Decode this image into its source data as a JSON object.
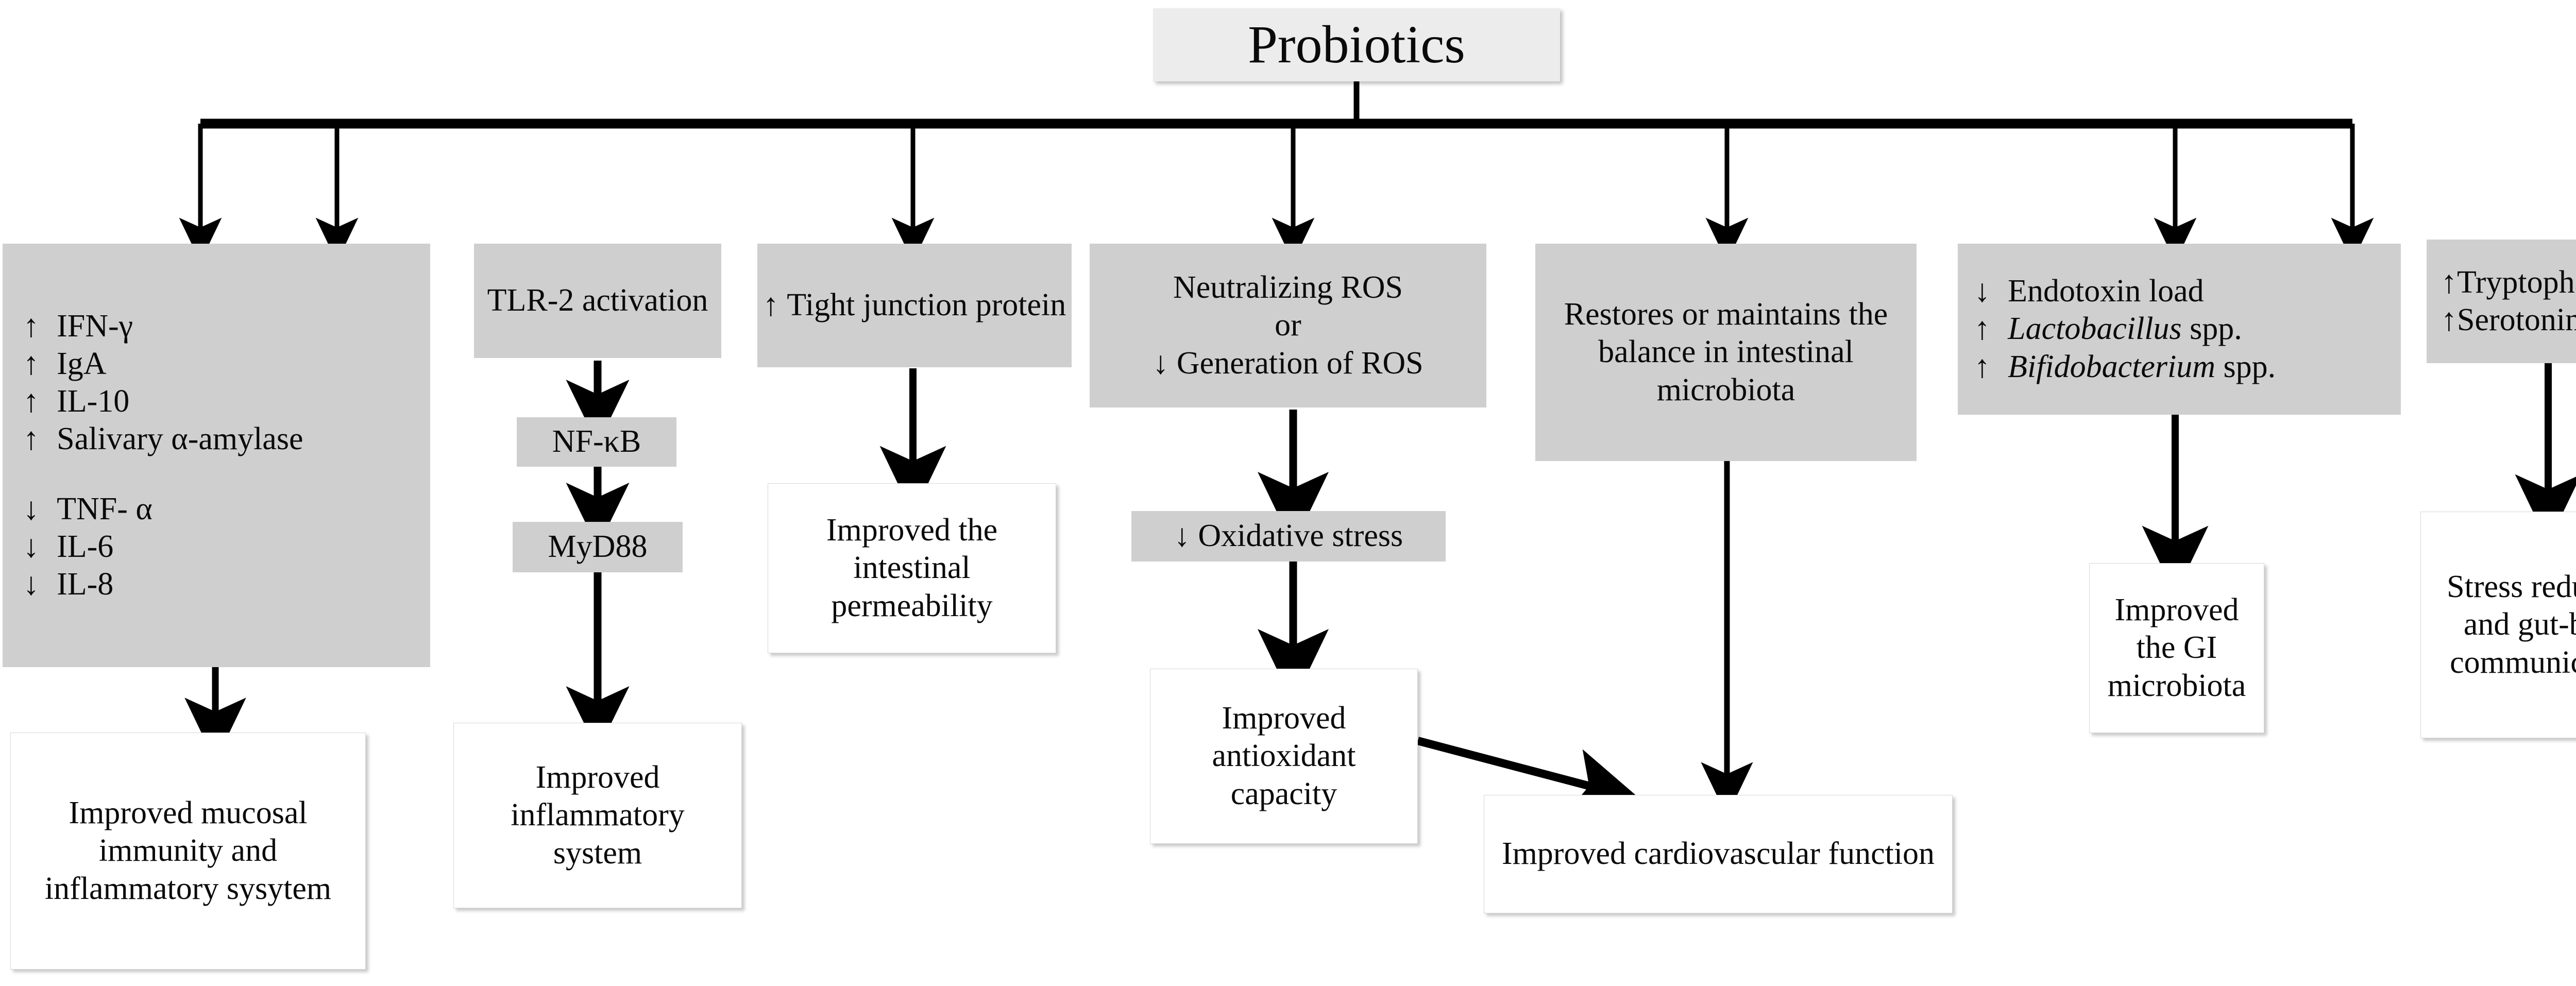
{
  "title": {
    "label": "Probiotics"
  },
  "arrows": {
    "up": "↑",
    "down": "↓"
  },
  "colors": {
    "node_gray": "#cfcfcf",
    "node_white": "#ffffff",
    "title_bg": "#ececec",
    "line": "#000000"
  },
  "columns": [
    {
      "id": "immune",
      "top": {
        "name": "immune-markers",
        "lines": [
          {
            "arrow": "↑",
            "text": "IFN-γ"
          },
          {
            "arrow": "↑",
            "text": "IgA"
          },
          {
            "arrow": "↑",
            "text": "IL-10"
          },
          {
            "arrow": "↑",
            "text": "Salivary α-amylase"
          },
          {
            "arrow": "",
            "text": ""
          },
          {
            "arrow": "↓",
            "text": "TNF- α"
          },
          {
            "arrow": "↓",
            "text": "IL-6"
          },
          {
            "arrow": "↓",
            "text": "IL-8"
          }
        ]
      },
      "outcome": {
        "name": "improved-mucosal-immunity",
        "text": "Improved mucosal immunity and inflammatory sysytem"
      }
    },
    {
      "id": "tlr2",
      "top": {
        "name": "tlr2-activation",
        "text": "TLR-2 activation"
      },
      "mid1": {
        "name": "nf-kb",
        "text": "NF-κB"
      },
      "mid2": {
        "name": "myd88",
        "text": "MyD88"
      },
      "outcome": {
        "name": "improved-inflammatory-system",
        "text": "Improved inflammatory system"
      }
    },
    {
      "id": "tight-junction",
      "top": {
        "name": "tight-junction-protein",
        "arrow": "↑",
        "text": "Tight junction protein"
      },
      "outcome": {
        "name": "improved-intestinal-permeability",
        "text": "Improved the intestinal permeability"
      }
    },
    {
      "id": "ros",
      "top": {
        "name": "neutralizing-ros",
        "lines": [
          {
            "arrow": "",
            "text": "Neutralizing ROS"
          },
          {
            "arrow": "",
            "text": "or"
          },
          {
            "arrow": "↓",
            "text": "Generation of ROS"
          }
        ]
      },
      "mid1": {
        "name": "oxidative-stress",
        "arrow": "↓",
        "text": "Oxidative stress"
      },
      "outcome": {
        "name": "improved-antioxidant-capacity",
        "text": "Improved antioxidant capacity"
      }
    },
    {
      "id": "microbiota-balance",
      "top": {
        "name": "restores-balance-microbiota",
        "text": "Restores or maintains the balance in intestinal microbiota"
      },
      "outcome": {
        "name": "improved-cardiovascular-function",
        "text": "Improved cardiovascular function"
      }
    },
    {
      "id": "endotoxin",
      "top": {
        "name": "endotoxin-and-genera",
        "lines": [
          {
            "arrow": "↓",
            "text": "Endotoxin load",
            "italic": ""
          },
          {
            "arrow": "↑",
            "italic": "Lactobacillus",
            "text": " spp."
          },
          {
            "arrow": "↑",
            "italic": "Bifidobacterium",
            "text": " spp."
          }
        ]
      },
      "outcome": {
        "name": "improved-gi-microbiota",
        "text": "Improved the GI microbiota"
      }
    },
    {
      "id": "tryptophan",
      "top": {
        "name": "tryptophan-serotonin",
        "lines": [
          {
            "arrow": "↑",
            "text": "Tryptophan"
          },
          {
            "arrow": "↑",
            "text": "Serotonin"
          }
        ]
      },
      "outcome": {
        "name": "stress-reduction-gut-brain",
        "text": "Stress reduction and gut-brain communication"
      }
    }
  ]
}
